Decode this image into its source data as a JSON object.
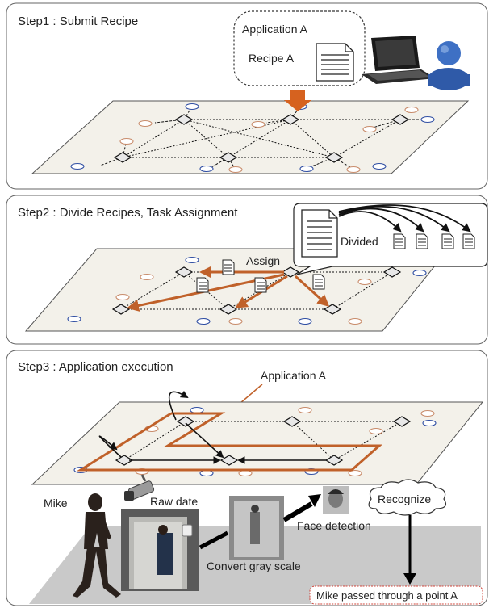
{
  "steps": [
    {
      "title": "Step1 : Submit Recipe"
    },
    {
      "title": "Step2 : Divide Recipes, Task Assignment"
    },
    {
      "title": "Step3 : Application execution"
    }
  ],
  "step1": {
    "application_label": "Application A",
    "recipe_label": "Recipe A",
    "icons": [
      "document-icon",
      "laptop-icon",
      "user-icon",
      "arrow-down-icon"
    ]
  },
  "step2": {
    "divided_label": "Divided",
    "assign_label": "Assign",
    "icons": [
      "document-icon",
      "subdocument-icon"
    ]
  },
  "step3": {
    "application_label": "Application A",
    "person_name": "Mike",
    "camera_label": "Raw date",
    "gray_label": "Convert gray scale",
    "face_label": "Face detection",
    "recognize_label": "Recognize",
    "result_label": "Mike passed through a point A",
    "icons": [
      "camera-icon",
      "person-silhouette-icon",
      "cloud-icon"
    ]
  },
  "colors": {
    "accent": "#c0612a",
    "plane": "#f3f1ea",
    "node": "#555555",
    "client_blue": "#2f4ea3",
    "client_pink": "#c88b6a",
    "floor": "#c9c9c9",
    "result_border": "#d0443a"
  }
}
